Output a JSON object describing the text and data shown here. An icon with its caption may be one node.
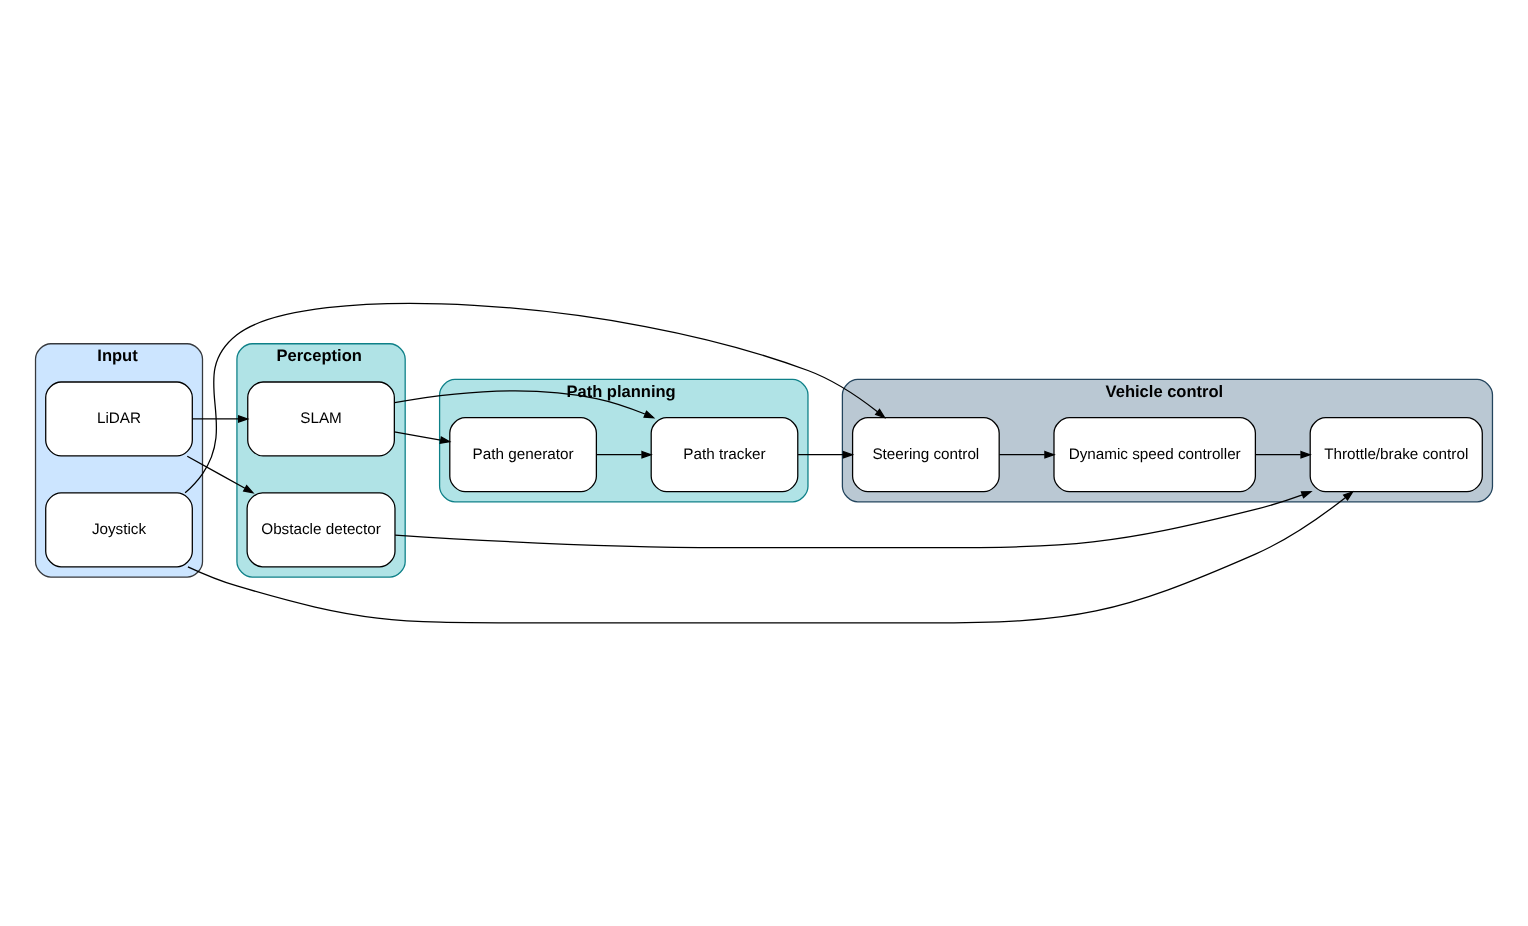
{
  "diagram": {
    "nodes": [
      {
        "text": [
          "Input"
        ]
      },
      {
        "text": [
          "LiDAR"
        ],
        "in": 0
      },
      {
        "text": [
          "Joystick"
        ],
        "in": 0
      },
      {
        "text": [
          "Perception"
        ]
      },
      {
        "text": [
          "SLAM"
        ],
        "in": 3
      },
      {
        "text": [
          "Obstacle detector"
        ],
        "in": 3
      },
      {
        "text": [
          "Path planning"
        ]
      },
      {
        "text": [
          "Path generator"
        ],
        "in": 6
      },
      {
        "text": [
          "Path tracker"
        ],
        "in": 6
      },
      {
        "text": [
          "Vehicle control"
        ]
      },
      {
        "text": [
          "Throttle/brake control"
        ],
        "in": 9
      },
      {
        "text": [
          "Dynamic speed controller"
        ],
        "in": 9
      },
      {
        "text": [
          "Steering control"
        ],
        "in": 9
      }
    ],
    "edges": [
      {
        "from": 1,
        "to": 4,
        "arrow": "to"
      },
      {
        "from": 1,
        "to": 5,
        "arrow": "to"
      },
      {
        "from": 4,
        "to": 7,
        "arrow": "to"
      },
      {
        "from": 4,
        "to": 8,
        "arrow": "to"
      },
      {
        "from": 7,
        "to": 8,
        "arrow": "to"
      },
      {
        "from": 5,
        "to": 10,
        "arrow": "to"
      },
      {
        "from": 8,
        "to": 12,
        "arrow": "to"
      },
      {
        "from": 12,
        "to": 11,
        "arrow": "to"
      },
      {
        "from": 11,
        "to": 10,
        "arrow": "to"
      },
      {
        "from": 2,
        "to": 10,
        "arrow": "to"
      },
      {
        "from": 2,
        "to": 12,
        "arrow": "to"
      }
    ]
  }
}
